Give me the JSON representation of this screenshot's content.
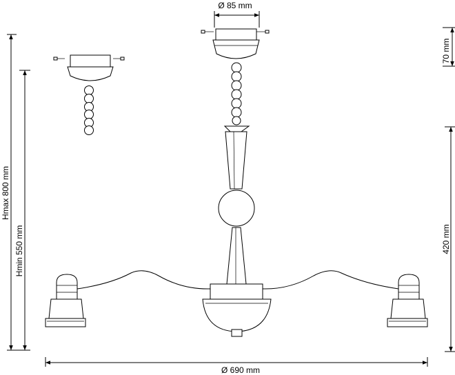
{
  "dimensions": {
    "canopy_diameter": "Ø 85 mm",
    "canopy_height": "70 mm",
    "height_max": "Hmax 800 mm",
    "height_min": "Hmin 550 mm",
    "body_height": "420 mm",
    "overall_diameter": "Ø 690 mm"
  }
}
